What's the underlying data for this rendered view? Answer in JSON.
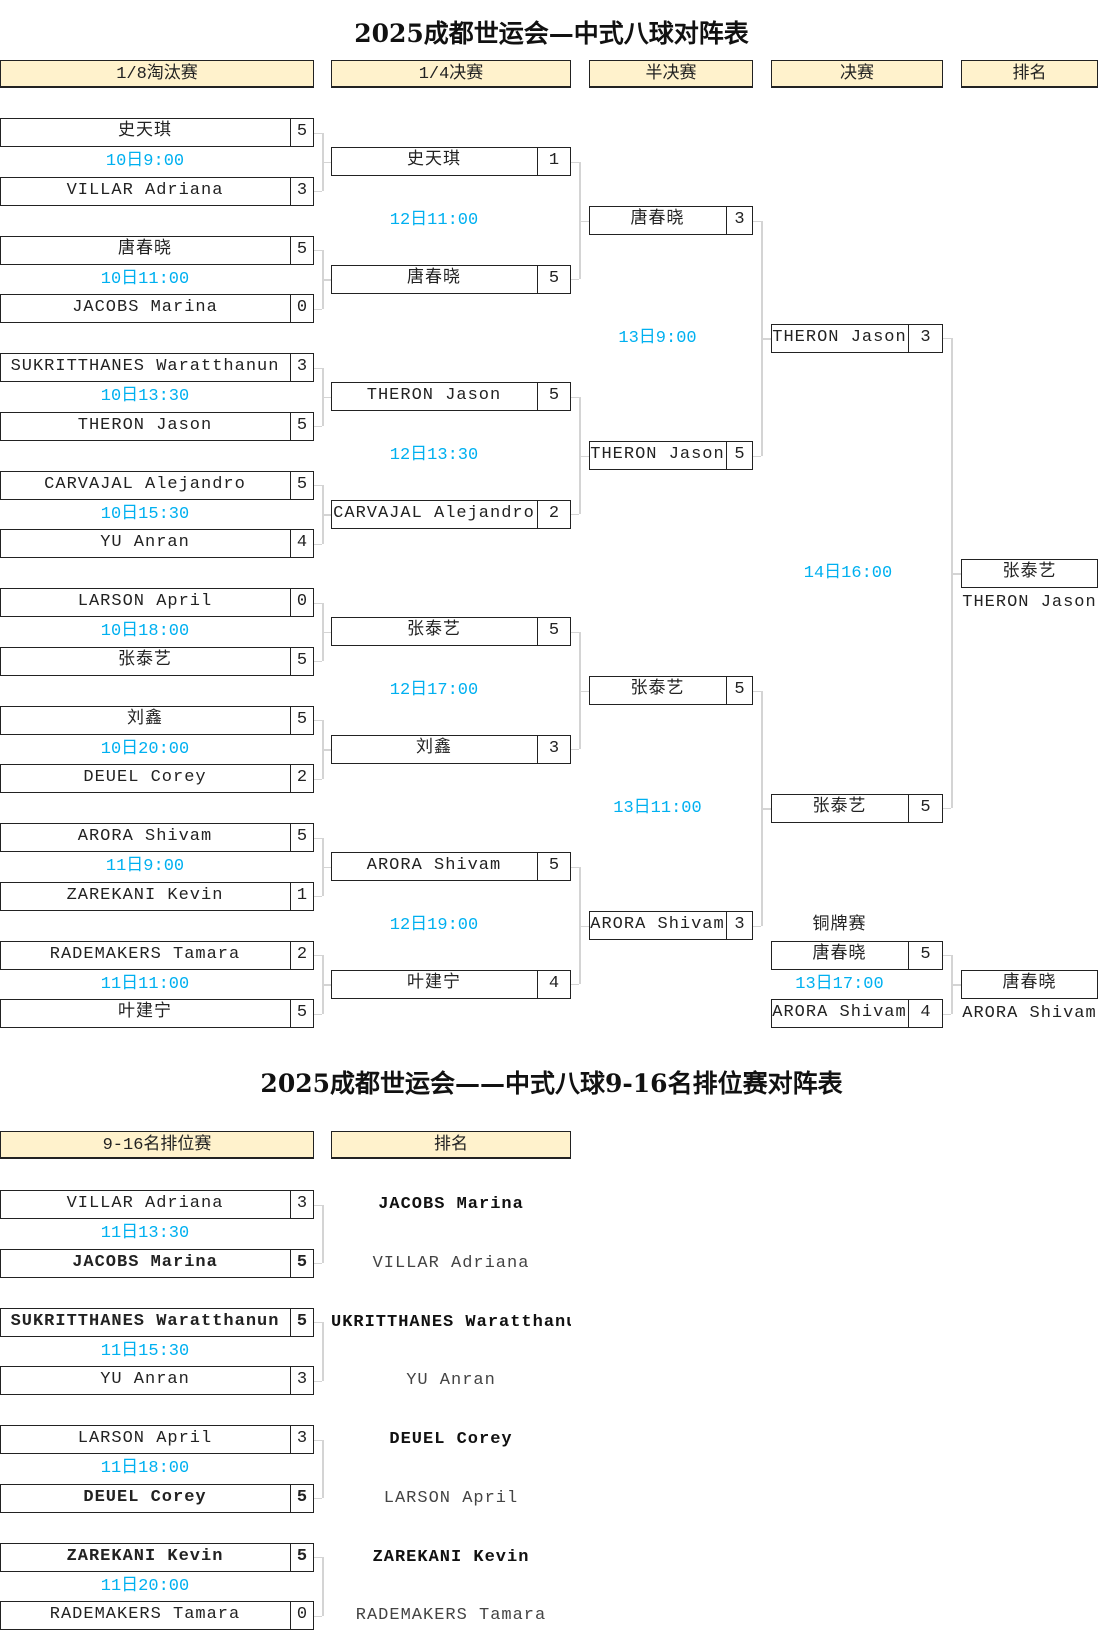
{
  "main": {
    "title": "2025成都世运会—中式八球对阵表",
    "headers": [
      "1/8淘汰赛",
      "1/4决赛",
      "半决赛",
      "决赛",
      "排名"
    ],
    "r16": [
      {
        "time": "10日9:00",
        "players": [
          {
            "name": "史天琪",
            "score": "5"
          },
          {
            "name": "VILLAR Adriana",
            "score": "3"
          }
        ]
      },
      {
        "time": "10日11:00",
        "players": [
          {
            "name": "唐春晓",
            "score": "5"
          },
          {
            "name": "JACOBS Marina",
            "score": "0"
          }
        ]
      },
      {
        "time": "10日13:30",
        "players": [
          {
            "name": "SUKRITTHANES Waratthanun",
            "score": "3"
          },
          {
            "name": "THERON Jason",
            "score": "5"
          }
        ]
      },
      {
        "time": "10日15:30",
        "players": [
          {
            "name": "CARVAJAL Alejandro",
            "score": "5"
          },
          {
            "name": "YU Anran",
            "score": "4"
          }
        ]
      },
      {
        "time": "10日18:00",
        "players": [
          {
            "name": "LARSON April",
            "score": "0"
          },
          {
            "name": "张泰艺",
            "score": "5"
          }
        ]
      },
      {
        "time": "10日20:00",
        "players": [
          {
            "name": "刘鑫",
            "score": "5"
          },
          {
            "name": "DEUEL Corey",
            "score": "2"
          }
        ]
      },
      {
        "time": "11日9:00",
        "players": [
          {
            "name": "ARORA Shivam",
            "score": "5"
          },
          {
            "name": "ZAREKANI Kevin",
            "score": "1"
          }
        ]
      },
      {
        "time": "11日11:00",
        "players": [
          {
            "name": "RADEMAKERS Tamara",
            "score": "2"
          },
          {
            "name": "叶建宁",
            "score": "5"
          }
        ]
      }
    ],
    "qf": [
      {
        "time": "12日11:00",
        "players": [
          {
            "name": "史天琪",
            "score": "1"
          },
          {
            "name": "唐春晓",
            "score": "5"
          }
        ]
      },
      {
        "time": "12日13:30",
        "players": [
          {
            "name": "THERON Jason",
            "score": "5"
          },
          {
            "name": "CARVAJAL Alejandro",
            "score": "2"
          }
        ]
      },
      {
        "time": "12日17:00",
        "players": [
          {
            "name": "张泰艺",
            "score": "5"
          },
          {
            "name": "刘鑫",
            "score": "3"
          }
        ]
      },
      {
        "time": "12日19:00",
        "players": [
          {
            "name": "ARORA Shivam",
            "score": "5"
          },
          {
            "name": "叶建宁",
            "score": "4"
          }
        ]
      }
    ],
    "sf": [
      {
        "time": "13日9:00",
        "players": [
          {
            "name": "唐春晓",
            "score": "3"
          },
          {
            "name": "THERON Jason",
            "score": "5"
          }
        ]
      },
      {
        "time": "13日11:00",
        "players": [
          {
            "name": "张泰艺",
            "score": "5"
          },
          {
            "name": "ARORA Shivam",
            "score": "3"
          }
        ]
      }
    ],
    "final": {
      "time": "14日16:00",
      "players": [
        {
          "name": "THERON Jason",
          "score": "3"
        },
        {
          "name": "张泰艺",
          "score": "5"
        }
      ]
    },
    "champion": {
      "first": "张泰艺",
      "second": "THERON Jason"
    },
    "bronze": {
      "label": "铜牌赛",
      "time": "13日17:00",
      "players": [
        {
          "name": "唐春晓",
          "score": "5"
        },
        {
          "name": "ARORA Shivam",
          "score": "4"
        }
      ]
    },
    "bronze_rank": {
      "first": "唐春晓",
      "second": "ARORA Shivam"
    }
  },
  "placement": {
    "title": "2025成都世运会——中式八球9-16名排位赛对阵表",
    "headers": [
      "9-16名排位赛",
      "排名"
    ],
    "matches": [
      {
        "time": "11日13:30",
        "players": [
          {
            "name": "VILLAR Adriana",
            "score": "3",
            "winner": false
          },
          {
            "name": "JACOBS Marina",
            "score": "5",
            "winner": true
          }
        ]
      },
      {
        "time": "11日15:30",
        "players": [
          {
            "name": "SUKRITTHANES Waratthanun",
            "score": "5",
            "winner": true
          },
          {
            "name": "YU Anran",
            "score": "3",
            "winner": false
          }
        ]
      },
      {
        "time": "11日18:00",
        "players": [
          {
            "name": "LARSON April",
            "score": "3",
            "winner": false
          },
          {
            "name": "DEUEL Corey",
            "score": "5",
            "winner": true
          }
        ]
      },
      {
        "time": "11日20:00",
        "players": [
          {
            "name": "ZAREKANI Kevin",
            "score": "5",
            "winner": true
          },
          {
            "name": "RADEMAKERS Tamara",
            "score": "0",
            "winner": false
          }
        ]
      }
    ],
    "rankings": [
      {
        "winner": "JACOBS Marina",
        "loser": "VILLAR Adriana"
      },
      {
        "winner": "UKRITTHANES Waratthanu",
        "loser": "YU Anran"
      },
      {
        "winner": "DEUEL Corey",
        "loser": "LARSON April"
      },
      {
        "winner": "ZAREKANI Kevin",
        "loser": "RADEMAKERS Tamara"
      }
    ]
  }
}
